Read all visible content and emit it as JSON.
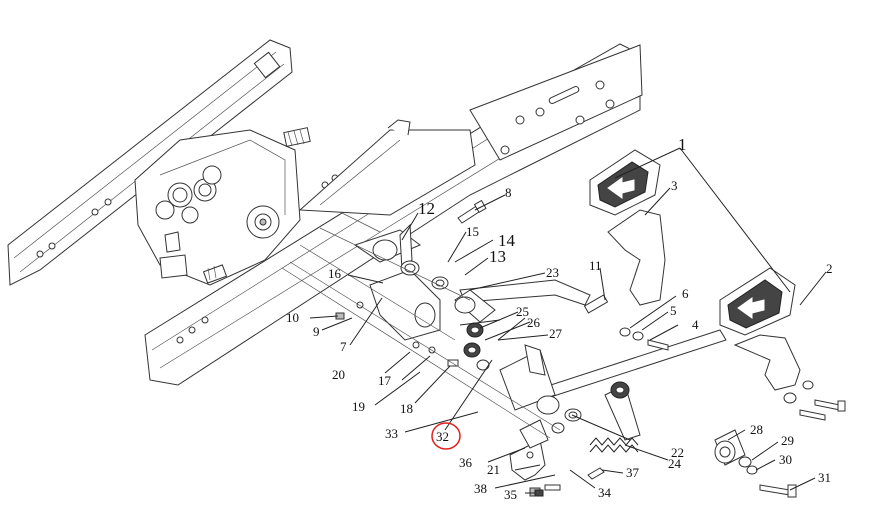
{
  "callouts": [
    {
      "id": "c1",
      "text": "1"
    },
    {
      "id": "c2",
      "text": "2"
    },
    {
      "id": "c3",
      "text": "3"
    },
    {
      "id": "c4",
      "text": "4"
    },
    {
      "id": "c5",
      "text": "5"
    },
    {
      "id": "c6",
      "text": "6"
    },
    {
      "id": "c7",
      "text": "7"
    },
    {
      "id": "c8",
      "text": "8"
    },
    {
      "id": "c9",
      "text": "9"
    },
    {
      "id": "c10",
      "text": "10"
    },
    {
      "id": "c11",
      "text": "11"
    },
    {
      "id": "c12",
      "text": "12"
    },
    {
      "id": "c13",
      "text": "13"
    },
    {
      "id": "c14",
      "text": "14"
    },
    {
      "id": "c15",
      "text": "15"
    },
    {
      "id": "c16",
      "text": "16"
    },
    {
      "id": "c17",
      "text": "17"
    },
    {
      "id": "c18",
      "text": "18"
    },
    {
      "id": "c19",
      "text": "19"
    },
    {
      "id": "c20",
      "text": "20"
    },
    {
      "id": "c21",
      "text": "21"
    },
    {
      "id": "c22",
      "text": "22"
    },
    {
      "id": "c23",
      "text": "23"
    },
    {
      "id": "c24",
      "text": "24"
    },
    {
      "id": "c25",
      "text": "25"
    },
    {
      "id": "c26",
      "text": "26"
    },
    {
      "id": "c27",
      "text": "27"
    },
    {
      "id": "c28",
      "text": "28"
    },
    {
      "id": "c29",
      "text": "29"
    },
    {
      "id": "c30",
      "text": "30"
    },
    {
      "id": "c31",
      "text": "31"
    },
    {
      "id": "c32",
      "text": "32"
    },
    {
      "id": "c33",
      "text": "33"
    },
    {
      "id": "c34",
      "text": "34"
    },
    {
      "id": "c35",
      "text": "35"
    },
    {
      "id": "c36",
      "text": "36"
    },
    {
      "id": "c37",
      "text": "37"
    },
    {
      "id": "c38",
      "text": "38"
    }
  ],
  "highlight": {
    "callout": "32",
    "color": "#e02020"
  },
  "line_color": "#222222"
}
